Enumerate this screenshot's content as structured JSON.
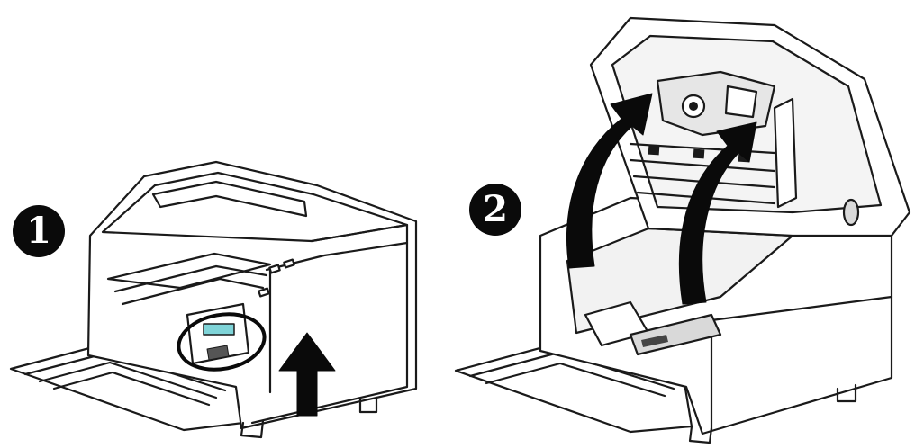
{
  "steps": [
    {
      "number": "1"
    },
    {
      "number": "2"
    }
  ],
  "colors": {
    "line": "#1a1a1a",
    "fill": "#ffffff",
    "arrow": "#0a0a0a",
    "shade": "#d9d9d9",
    "accent": "#7fd4d8"
  },
  "icons": {
    "step1_arrow": "up-arrow-icon",
    "step2_arrows": "curved-up-arrow-icon",
    "highlight": "ellipse-highlight"
  }
}
